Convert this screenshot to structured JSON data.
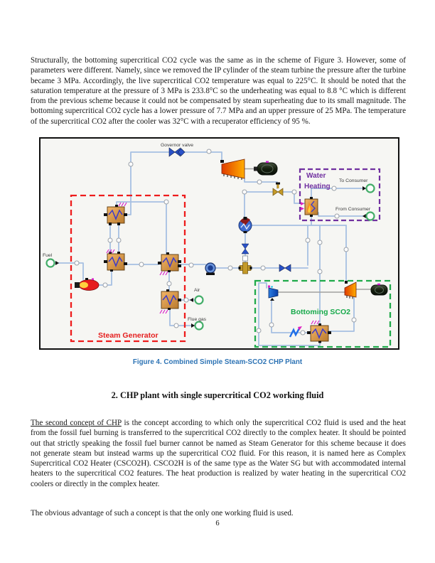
{
  "document": {
    "paragraph_1": "Structurally, the bottoming supercritical CO2 cycle was the same as in the scheme of Figure 3. However, some of parameters were different. Namely, since we removed the IP cylinder of the steam turbine the pressure after the turbine became 3 MPa. Accordingly, the live supercritical CO2 temperature was equal to 225°C. It should be noted that the saturation temperature at the pressure of 3 MPa is 233.8°C so the underheating was equal to 8.8 °C which is different from the previous scheme because it could not be compensated by steam superheating due to its small magnitude. The bottoming supercritical CO2 cycle has a lower pressure of 7.7 MPa and an upper pressure of 25 MPa. The temperature of the supercritical CO2 after the cooler was 32°C with a recuperator efficiency of 95 %.",
    "paragraph_2_underlined": "The second concept of CHP",
    "paragraph_2_rest": " is the concept according to which only the supercritical CO2 fluid is used and the heat from the fossil fuel burning is transferred to the supercritical CO2 directly to the complex heater. It should be pointed out that strictly speaking the fossil fuel burner cannot be named as Steam Generator for this scheme because it does not generate steam but instead warms up the supercritical CO2 fluid. For this reason, it is named here as Complex Supercritical CO2 Heater (CSCO2H). CSCO2H is of the same type as the Water SG but with accommodated internal heaters to the supercritical CO2 features. The heat production is realized by water heating in the supercritical CO2 coolers or directly in the complex heater.",
    "paragraph_3": "The obvious advantage of such a concept is that the only one working fluid is used.",
    "section_heading": "2. CHP plant with single supercritical CO2 working fluid",
    "page_number": "6"
  },
  "figure": {
    "caption": "Figure 4. Combined Simple Steam-SCO2 CHP Plant",
    "labels": {
      "governor_valve": "Governor valve",
      "fuel": "Fuel",
      "air": "Air",
      "flue_gas": "Flue gas",
      "water_heating_line1": "Water",
      "water_heating_line2": "Heating",
      "to_consumer": "To Consumer",
      "from_consumer": "From Consumer",
      "steam_generator": "Steam Generator",
      "bottoming_sco2": "Bottoming SCO2"
    },
    "colors": {
      "caption_blue": "#2E74B5",
      "steam_generator_red": "#E51E1E",
      "water_heating_purple": "#7030A0",
      "bottoming_green": "#16A94A",
      "pipe_blue": "#A7C0E2"
    }
  }
}
